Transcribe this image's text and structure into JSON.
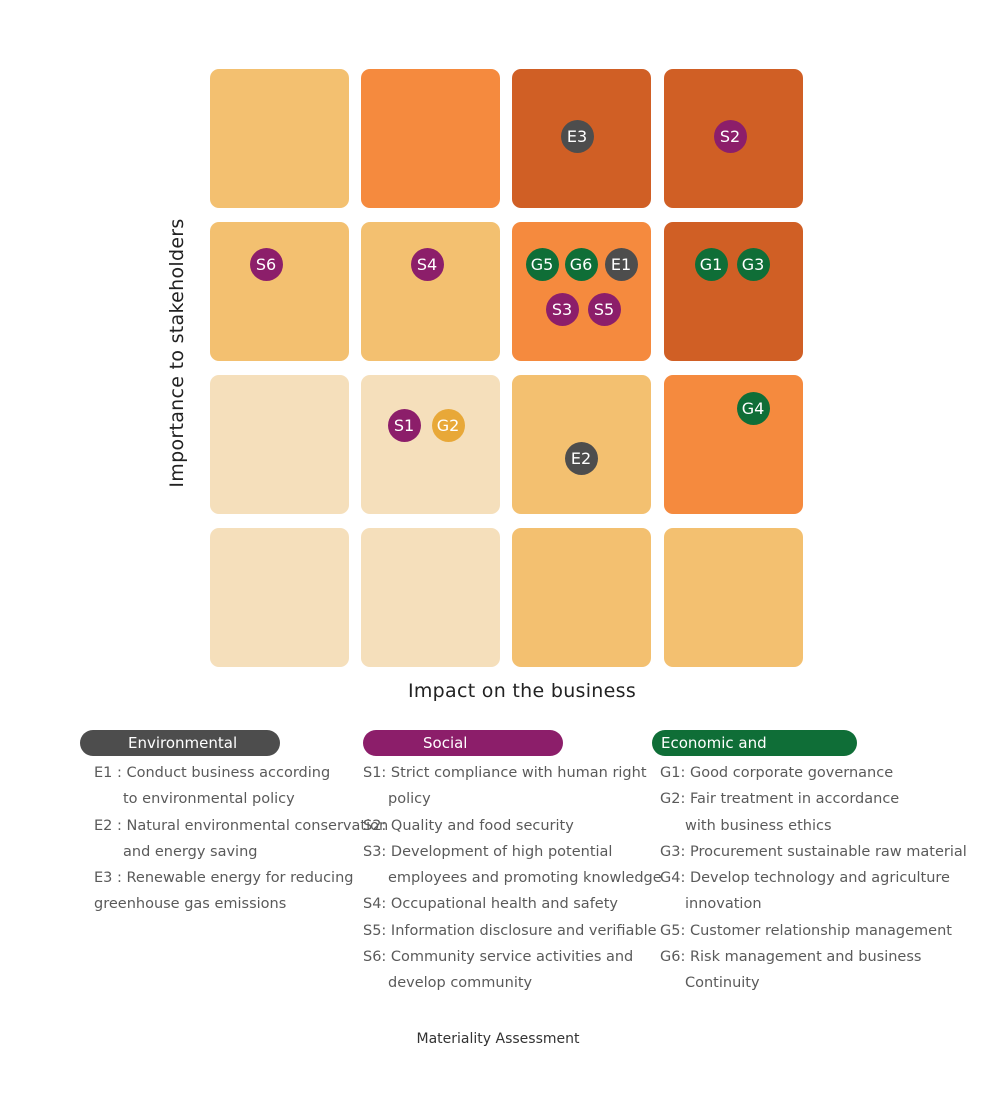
{
  "axes": {
    "y_label": "Importance to stakeholders",
    "x_label": "Impact on the business"
  },
  "colors": {
    "cell_levels": [
      "#f5dfbb",
      "#f3c070",
      "#f58a3e",
      "#d05f25"
    ],
    "environmental": "#4d4d4d",
    "social": "#8c1e6a",
    "governance": "#0f6e37",
    "governance_alt": "#e8a838"
  },
  "matrix": {
    "rows": 4,
    "cols": 4,
    "levels": [
      [
        1,
        2,
        3,
        3
      ],
      [
        1,
        1,
        2,
        3
      ],
      [
        0,
        0,
        1,
        2
      ],
      [
        0,
        0,
        1,
        1
      ]
    ],
    "badges": [
      {
        "label": "E3",
        "row": 0,
        "col": 2,
        "category": "environmental"
      },
      {
        "label": "S2",
        "row": 0,
        "col": 3,
        "category": "social"
      },
      {
        "label": "S6",
        "row": 1,
        "col": 0,
        "category": "social"
      },
      {
        "label": "S4",
        "row": 1,
        "col": 1,
        "category": "social"
      },
      {
        "label": "G5",
        "row": 1,
        "col": 2,
        "category": "governance"
      },
      {
        "label": "G6",
        "row": 1,
        "col": 2,
        "category": "governance"
      },
      {
        "label": "E1",
        "row": 1,
        "col": 2,
        "category": "environmental"
      },
      {
        "label": "S3",
        "row": 1,
        "col": 2,
        "category": "social"
      },
      {
        "label": "S5",
        "row": 1,
        "col": 2,
        "category": "social"
      },
      {
        "label": "G1",
        "row": 1,
        "col": 3,
        "category": "governance"
      },
      {
        "label": "G3",
        "row": 1,
        "col": 3,
        "category": "governance"
      },
      {
        "label": "S1",
        "row": 2,
        "col": 1,
        "category": "social"
      },
      {
        "label": "G2",
        "row": 2,
        "col": 1,
        "category": "governance_alt"
      },
      {
        "label": "E2",
        "row": 2,
        "col": 2,
        "category": "environmental"
      },
      {
        "label": "G4",
        "row": 2,
        "col": 3,
        "category": "governance"
      }
    ]
  },
  "legend": {
    "environmental": {
      "title": "Environmental",
      "items": [
        {
          "lines": [
            "E1 : Conduct business according",
            "to environmental policy"
          ]
        },
        {
          "lines": [
            "E2 : Natural environmental conservation",
            "and energy saving"
          ]
        },
        {
          "lines": [
            "E3 : Renewable energy for reducing",
            "greenhouse gas emissions"
          ]
        }
      ]
    },
    "social": {
      "title": "Social",
      "items": [
        {
          "lines": [
            "S1: Strict compliance with human right",
            "policy"
          ]
        },
        {
          "lines": [
            "S2: Quality and food security"
          ]
        },
        {
          "lines": [
            "S3: Development of high potential",
            "employees and promoting knowledge"
          ]
        },
        {
          "lines": [
            "S4: Occupational health and safety"
          ]
        },
        {
          "lines": [
            "S5: Information disclosure and verifiable"
          ]
        },
        {
          "lines": [
            "S6: Community service activities and",
            "develop community"
          ]
        }
      ]
    },
    "governance": {
      "title": "Economic and Governance",
      "items": [
        {
          "lines": [
            "G1: Good corporate governance"
          ]
        },
        {
          "lines": [
            "G2: Fair treatment in accordance",
            "with business ethics"
          ]
        },
        {
          "lines": [
            "G3: Procurement sustainable raw material"
          ]
        },
        {
          "lines": [
            "G4: Develop technology and agriculture",
            "innovation"
          ]
        },
        {
          "lines": [
            "G5: Customer relationship management"
          ]
        },
        {
          "lines": [
            "G6: Risk management and business",
            "Continuity"
          ]
        }
      ]
    }
  },
  "caption": "Materiality Assessment"
}
